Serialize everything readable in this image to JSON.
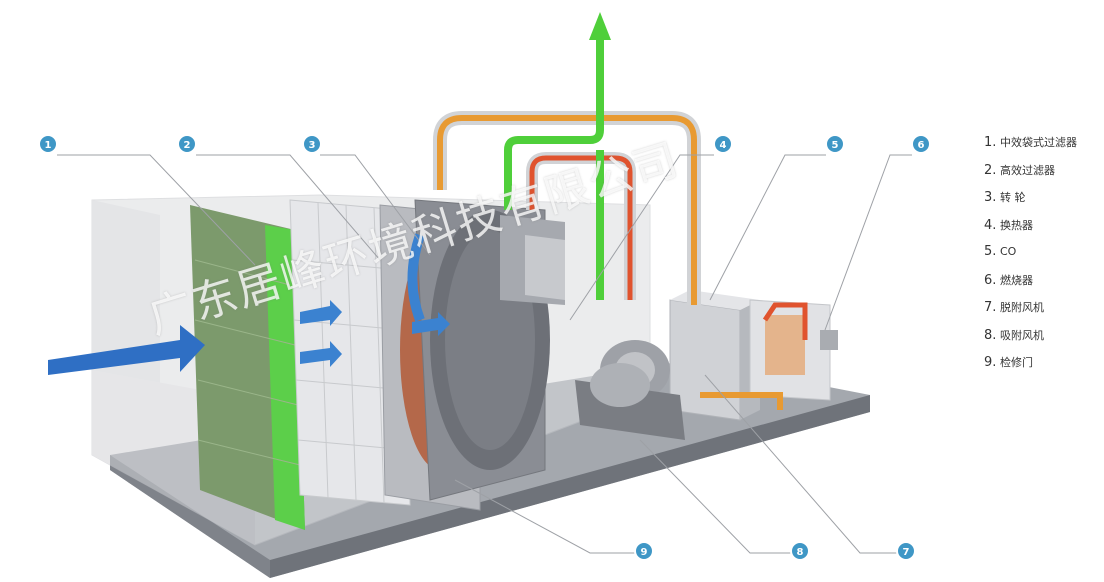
{
  "callouts": [
    {
      "number": "1"
    },
    {
      "number": "2"
    },
    {
      "number": "3"
    },
    {
      "number": "4"
    },
    {
      "number": "5"
    },
    {
      "number": "6"
    },
    {
      "number": "7"
    },
    {
      "number": "8"
    },
    {
      "number": "9"
    }
  ],
  "legend": [
    {
      "num": "1.",
      "label": "中效袋式过滤器"
    },
    {
      "num": "2.",
      "label": "高效过滤器"
    },
    {
      "num": "3.",
      "label": "转 轮"
    },
    {
      "num": "4.",
      "label": "换热器"
    },
    {
      "num": "5.",
      "label": "CO"
    },
    {
      "num": "6.",
      "label": "燃烧器"
    },
    {
      "num": "7.",
      "label": "脱附风机"
    },
    {
      "num": "8.",
      "label": "吸附风机"
    },
    {
      "num": "9.",
      "label": "检修门"
    }
  ],
  "watermark": "广东居峰环境科技有限公司",
  "colors": {
    "callout": "#3f97c6",
    "inlet_air": "#2f6fc4",
    "filter_green": "#5ccf4a",
    "exhaust_green": "#4fcf3a",
    "hot_orange": "#e89a32",
    "heat_red": "#e0532e",
    "cabinet_grey": "#d8d9dc",
    "base_grey": "#8f9399"
  }
}
